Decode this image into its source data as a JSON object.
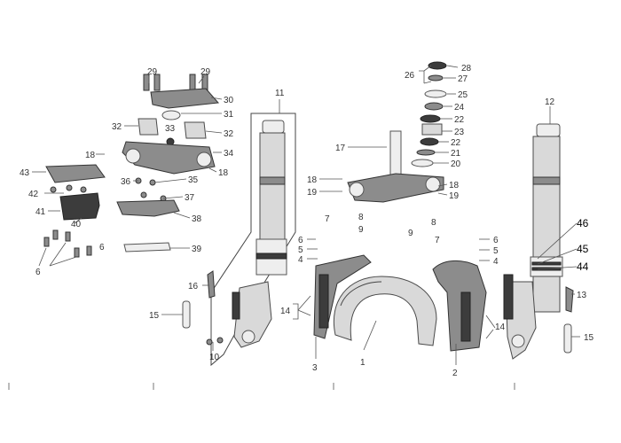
{
  "colors": {
    "background": "#ffffff",
    "line": "#555555",
    "part": "#d9d9d9",
    "dark": "#3c3c3c"
  },
  "callouts": {
    "c1": "1",
    "c2": "2",
    "c3": "3",
    "c4a": "4",
    "c4b": "4",
    "c5a": "5",
    "c5b": "5",
    "c6a": "6",
    "c6b": "6",
    "c6c": "6",
    "c7a": "7",
    "c7b": "7",
    "c8a": "8",
    "c8b": "8",
    "c9a": "9",
    "c9b": "9",
    "c10": "10",
    "c11": "11",
    "c12": "12",
    "c13": "13",
    "c14a": "14",
    "c14b": "14",
    "c15a": "15",
    "c15b": "15",
    "c16": "16",
    "c17": "17",
    "c18a": "18",
    "c18b": "18",
    "c18c": "18",
    "c18d": "18",
    "c19a": "19",
    "c19b": "19",
    "c20": "20",
    "c21": "21",
    "c22a": "22",
    "c22b": "22",
    "c23": "23",
    "c24": "24",
    "c25": "25",
    "c26": "26",
    "c27": "27",
    "c28": "28",
    "c29a": "29",
    "c29b": "29",
    "c30": "30",
    "c31": "31",
    "c32a": "32",
    "c32b": "32",
    "c33": "33",
    "c34": "34",
    "c35": "35",
    "c36": "36",
    "c37": "37",
    "c38": "38",
    "c39": "39",
    "c40": "40",
    "c41": "41",
    "c42": "42",
    "c43": "43",
    "c44": "44",
    "c45": "45",
    "c46": "46"
  }
}
